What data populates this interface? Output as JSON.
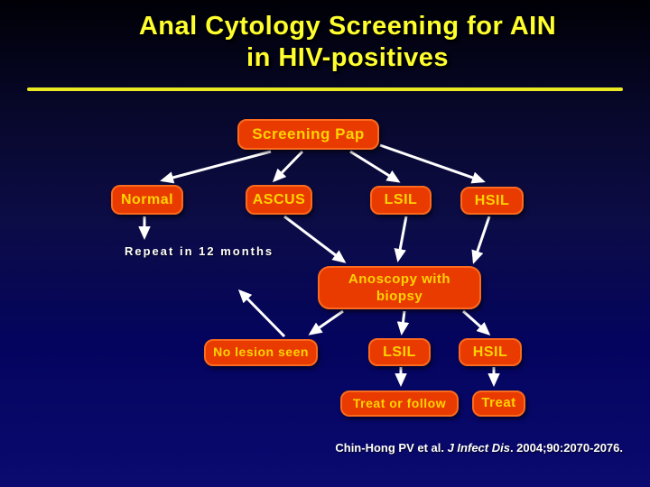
{
  "slide": {
    "title_line1": "Anal Cytology Screening for AIN",
    "title_line2": "in HIV-positives",
    "citation_authors": "Chin-Hong PV et al. ",
    "citation_journal": "J Infect Dis",
    "citation_tail": ". 2004;90:2070-2076."
  },
  "flowchart": {
    "screening_pap": "Screening Pap",
    "normal": "Normal",
    "ascus": "ASCUS",
    "lsil_top": "LSIL",
    "hsil_top": "HSIL",
    "repeat_note": "Repeat in 12 months",
    "anoscopy_line1": "Anoscopy with",
    "anoscopy_line2": "biopsy",
    "no_lesion": "No lesion seen",
    "lsil_mid": "LSIL",
    "hsil_mid": "HSIL",
    "treat_or_follow": "Treat or follow",
    "treat": "Treat"
  },
  "colors": {
    "box_fill": "#e93a00",
    "box_border": "#fb6a1e",
    "box_text": "#ffd400",
    "title_text": "#ffff2e",
    "rule": "#e9e921",
    "arrow": "#ffffff"
  }
}
